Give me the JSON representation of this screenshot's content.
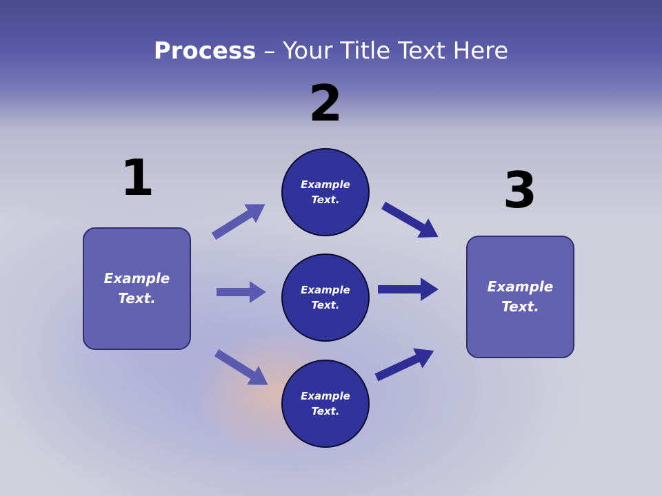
{
  "title": {
    "bold": "Process",
    "rest": " – Your Title Text Here"
  },
  "steps": [
    "1",
    "2",
    "3"
  ],
  "left_box": {
    "line1": "Example",
    "line2": "Text."
  },
  "circles": [
    {
      "line1": "Example",
      "line2": "Text."
    },
    {
      "line1": "Example",
      "line2": "Text."
    },
    {
      "line1": "Example",
      "line2": "Text."
    }
  ],
  "right_box": {
    "line1": "Example",
    "line2": "Text."
  },
  "colors": {
    "header": "#4a4a8c",
    "box_fill": "#6262b0",
    "circle_fill": "#303399",
    "arrow_light": "#5a5ab0",
    "arrow_dark": "#2e2e96"
  }
}
